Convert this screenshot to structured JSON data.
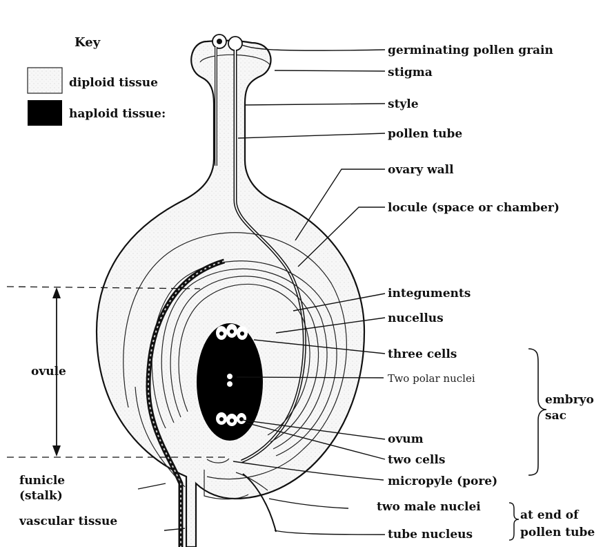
{
  "key": {
    "title": "Key",
    "items": [
      {
        "label": "diploid tissue"
      },
      {
        "label": "haploid tissue:"
      }
    ]
  },
  "labels": {
    "germinating_pollen_grain": "germinating pollen grain",
    "stigma": "stigma",
    "style": "style",
    "pollen_tube": "pollen tube",
    "ovary_wall": "ovary wall",
    "locule": "locule (space or chamber)",
    "integuments": "integuments",
    "nucellus": "nucellus",
    "three_cells": "three cells",
    "two_polar_nuclei": "Two polar nuclei",
    "embryo_sac_1": "embryo",
    "embryo_sac_2": "sac",
    "ovum": "ovum",
    "two_cells": "two cells",
    "micropyle": "micropyle (pore)",
    "two_male_nuclei": "two male nuclei",
    "tube_nucleus": "tube nucleus",
    "at_end_1": "at end of",
    "at_end_2": "pollen tube",
    "ovule": "ovule",
    "funicle_1": "funicle",
    "funicle_2": "(stalk)",
    "vascular_tissue": "vascular tissue"
  }
}
